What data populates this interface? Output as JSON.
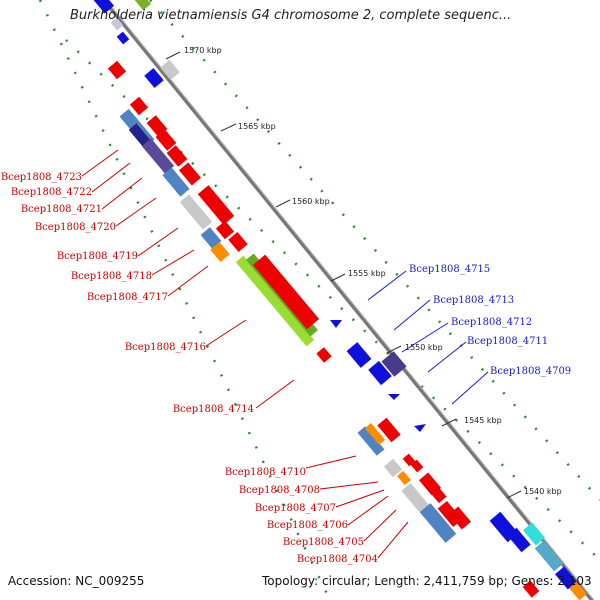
{
  "title": "Burkholderia vietnamiensis G4 chromosome 2, complete sequenc...",
  "footer": {
    "accession": "Accession: NC_009255",
    "topology": "Topology: circular; Length: 2,411,759 bp; Genes: 2,103"
  },
  "ticks": [
    "1570 kbp",
    "1565 kbp",
    "1560 kbp",
    "1555 kbp",
    "1550 kbp",
    "1545 kbp",
    "1540 kbp"
  ],
  "labels_left": [
    "Bcep1808_4723",
    "Bcep1808_4722",
    "Bcep1808_4721",
    "Bcep1808_4720",
    "Bcep1808_4719",
    "Bcep1808_4718",
    "Bcep1808_4717",
    "Bcep1808_4716",
    "Bcep1808_4714",
    "Bcep1808_4710",
    "Bcep1808_4708",
    "Bcep1808_4707",
    "Bcep1808_4706",
    "Bcep1808_4705",
    "Bcep1808_4704"
  ],
  "labels_right": [
    "Bcep1808_4715",
    "Bcep1808_4713",
    "Bcep1808_4712",
    "Bcep1808_4711",
    "Bcep1808_4709"
  ],
  "colors": {
    "label_left": "#cc0000",
    "label_right": "#1a1acc",
    "backbone": "#8a8a8a",
    "dots": "#2e8b2e"
  }
}
